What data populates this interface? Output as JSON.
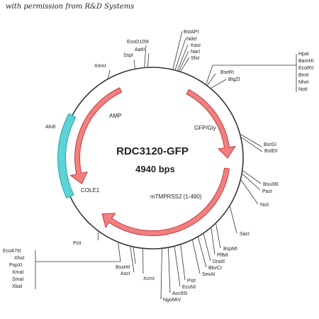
{
  "caption": "with permission from R&D Systems",
  "plasmid": {
    "name": "RDC3120-GFP",
    "size_label": "4940 bps"
  },
  "features": {
    "amp": "AMP",
    "gfp": "GFP/Gly",
    "tmprss2": "mTMPRSS2 (1-490)",
    "cole1": "COLE1"
  },
  "colors": {
    "arrow_fill": "#f08080",
    "arrow_stroke": "#c83a3a",
    "ori_fill": "#5cd3d6",
    "ori_stroke": "#2aa6aa",
    "backbone": "#333333",
    "text": "#222222"
  },
  "sites": {
    "bstapi": "BstAPI",
    "ndei": "NdeI",
    "kasi": "KasI",
    "nari": "NarI",
    "sfoi": "SfoI",
    "eco0109i": "EcoO109I",
    "aatii": "AatII",
    "sspi": "SspI",
    "xmni": "XmnI",
    "hpai": "HpaI",
    "bamhi": "BamHI",
    "ecorv": "EcoRV",
    "bmti": "BmtI",
    "nhei": "NheI",
    "noti": "NotI",
    "bseri": "BseRI",
    "btgzi": "BtgZI",
    "ahdi": "AhdI",
    "bsrgi": "BsrGI",
    "bsteii": "BstEII",
    "bsu36i": "Bsu36I",
    "pasi": "PasI",
    "nsii": "NsiI",
    "saci": "SacI",
    "bspmi": "BspMI",
    "pflmi": "PflMI",
    "draiii": "DraIII",
    "bbvci": "BbvCI",
    "sexai": "SexAI",
    "psti": "PstI",
    "econi": "EcoNI",
    "acc65i": "Acc65I",
    "ngomiv": "NgoMIV",
    "xcmi": "XcmI",
    "bsshii": "BssHII",
    "asci": "AscI",
    "pcii": "PciI",
    "eco47iii": "Eco47III",
    "xhoi": "XhoI",
    "pspxi": "PspXI",
    "xmai": "XmaI",
    "smai": "SmaI",
    "xbai": "XbaI"
  }
}
